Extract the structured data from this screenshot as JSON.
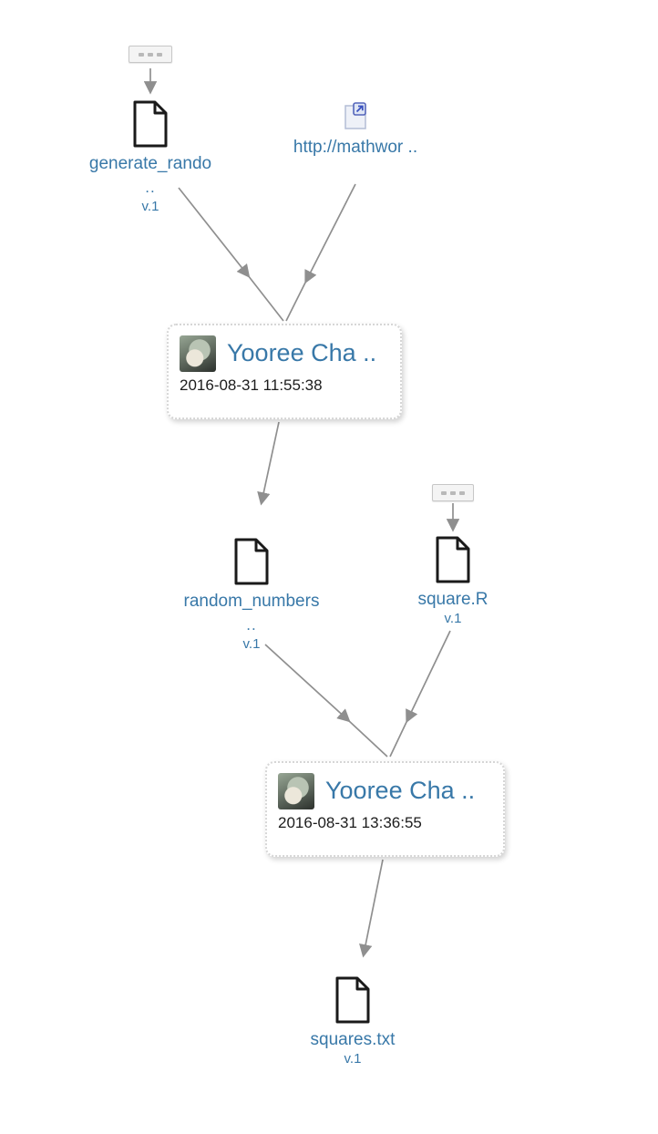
{
  "diagram": {
    "type": "provenance-graph",
    "colors": {
      "link_text": "#3878a8",
      "arrow": "#8f8f8f",
      "file_outline": "#1a1a1a",
      "activity_border": "#d6d6d6"
    },
    "nodes": {
      "ellipsis_top": {
        "icon": "ellipsis-icon"
      },
      "file_generate": {
        "label": "generate_rando",
        "truncation": "..",
        "version": "v.1"
      },
      "url": {
        "label": "http://mathwor ..",
        "icon": "external-link-document-icon"
      },
      "activity1": {
        "title": "Yooree Cha ..",
        "timestamp": "2016-08-31 11:55:38",
        "icon": "avatar-image"
      },
      "file_random": {
        "label": "random_numbers",
        "truncation": "..",
        "version": "v.1"
      },
      "ellipsis_mid": {
        "icon": "ellipsis-icon"
      },
      "file_squareR": {
        "label": "square.R",
        "version": "v.1"
      },
      "activity2": {
        "title": "Yooree Cha ..",
        "timestamp": "2016-08-31 13:36:55",
        "icon": "avatar-image"
      },
      "file_squares": {
        "label": "squares.txt",
        "version": "v.1"
      }
    }
  }
}
